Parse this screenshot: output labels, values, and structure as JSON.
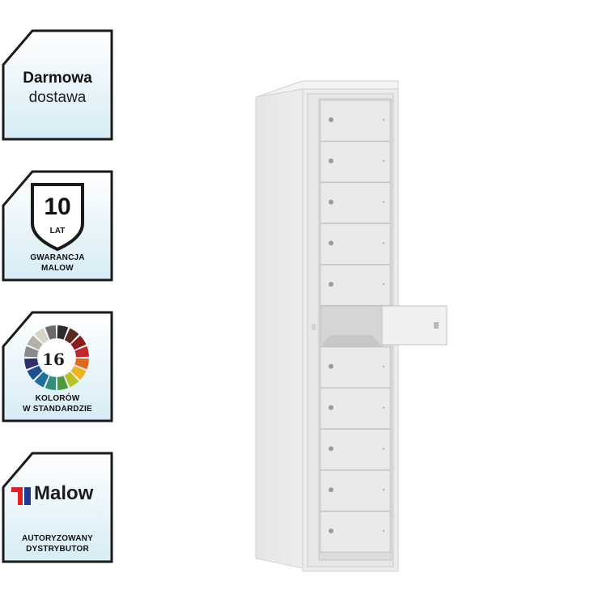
{
  "badges": {
    "shipping": {
      "line1": "Darmowa",
      "line2": "dostawa"
    },
    "warranty": {
      "number": "10",
      "unit": "LAT",
      "caption1": "GWARANCJA",
      "caption2": "MALOW"
    },
    "colors": {
      "number": "16",
      "caption1": "KOLORÓW",
      "caption2": "W STANDARDZIE"
    },
    "dealer": {
      "brand": "Malow",
      "caption1": "AUTORYZOWANY",
      "caption2": "DYSTRYBUTOR"
    }
  },
  "product": {
    "name-icon": "locker-cabinet",
    "compartments": 11,
    "open_compartment": 6,
    "body_color": "#e9eaeb"
  },
  "palette": {
    "border": "#1a1a1a",
    "badge_gradient_top": "#ffffff",
    "badge_gradient_bottom": "#d6ecf5",
    "brand_red": "#e31e24",
    "brand_blue": "#1f3a93"
  }
}
